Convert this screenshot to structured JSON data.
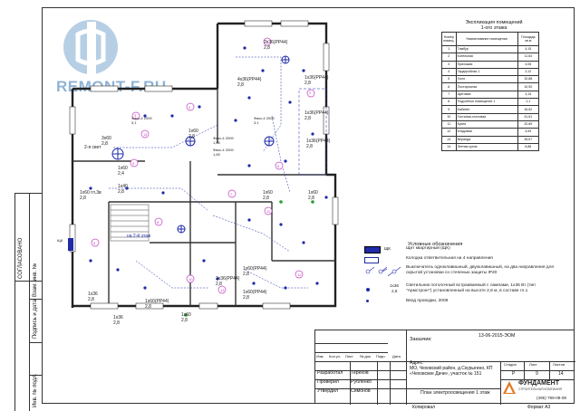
{
  "watermark": {
    "site": "REMONT-F.RU"
  },
  "left_strip": {
    "agreed": "СОГЛАСОВАНО",
    "inv_orig": "Инв. № подл.",
    "sign_date": "Подпись и дата",
    "inv_dup": "Взам. инв. №"
  },
  "explication": {
    "title": "Экспликация помещений",
    "subtitle": "1-ого этажа",
    "headers": [
      "Номер помещ.",
      "Наименование помещения",
      "Площадь кв.м"
    ],
    "rows": [
      [
        "1",
        "Тамбур",
        "4,15"
      ],
      [
        "2",
        "Котельная",
        "11,64"
      ],
      [
        "3",
        "Прихожая",
        "4,06"
      ],
      [
        "4",
        "Гардеробная 1",
        "3,12"
      ],
      [
        "5",
        "Холл",
        "10,88"
      ],
      [
        "6",
        "Постирочная",
        "10,50"
      ],
      [
        "7",
        "Щитовая",
        "3,15"
      ],
      [
        "8",
        "Подсобное помещение 1",
        "2,1"
      ],
      [
        "9",
        "Кабинет",
        "16,62"
      ],
      [
        "10",
        "Гостиная-столовая",
        "41,61"
      ],
      [
        "11",
        "Кухня",
        "20,89"
      ],
      [
        "12",
        "Кладовая",
        "4,59"
      ],
      [
        "13",
        "Веранда",
        "35,67"
      ],
      [
        "14",
        "Летняя кухня",
        "8,88"
      ]
    ]
  },
  "plan": {
    "labels": [
      {
        "text": "2х36(PP44)",
        "sub": "2,8"
      },
      {
        "text": "4х36(PP44)",
        "sub": "2,8"
      },
      {
        "text": "1х36(PP44)",
        "sub": "2,8"
      },
      {
        "text": "1х36(PP44)",
        "sub": "2,8"
      },
      {
        "text": "1х36(PP44)",
        "sub": "2,8"
      },
      {
        "text": "Фикс-4 2009",
        "sub": "3,1"
      },
      {
        "text": "Фикс-4 2009",
        "sub": "3,1"
      },
      {
        "text": "3х60",
        "sub": "2,8"
      },
      {
        "text": "2-я свет",
        "sub": ""
      },
      {
        "text": "1х60",
        "sub": "2,8"
      },
      {
        "text": "Фикс-4 2009",
        "sub": "1,65"
      },
      {
        "text": "Фикс-4 2009",
        "sub": "1,65"
      },
      {
        "text": "1х40",
        "sub": "2,8"
      },
      {
        "text": "1х60 гл.3в",
        "sub": "2,8"
      },
      {
        "text": "1х60",
        "sub": "2,4"
      },
      {
        "text": "на 2-й этаж",
        "sub": ""
      },
      {
        "text": "1х60(PP44)",
        "sub": "2,8"
      },
      {
        "text": "1х60(PP44)",
        "sub": "2,8"
      },
      {
        "text": "2х36(PP44)",
        "sub": "2,8"
      },
      {
        "text": "1х60(PP44)",
        "sub": "2,8"
      },
      {
        "text": "1х36",
        "sub": "2,8"
      },
      {
        "text": "1х36",
        "sub": "2,8"
      },
      {
        "text": "1х60",
        "sub": "2,8"
      },
      {
        "text": "1х60",
        "sub": "2,8"
      },
      {
        "text": "1х60",
        "sub": "2,8"
      },
      {
        "text": "ЩК",
        "sub": ""
      }
    ],
    "rooms": [
      "1",
      "2",
      "3",
      "4",
      "5",
      "6",
      "7",
      "8",
      "9",
      "10",
      "11",
      "12",
      "13",
      "14"
    ]
  },
  "legend": {
    "title": "Условные обозначения",
    "items": [
      {
        "symbol": "ЩК",
        "text": "Щит квартирный (ЩК)"
      },
      {
        "symbol": "",
        "text": "Колодка ответвительная на 4 направления"
      },
      {
        "symbol": "",
        "text": "Выключатель одноклавишный, двухклавишный, на два направления для скрытой установки со степенью защиты IP20"
      },
      {
        "symbol": "",
        "text": "Светильник потолочный встраиваемый с лампами, 1х36 Вт (тип \"Армстронг\") установленный на высоте 2,8 м, в составе гл.1"
      },
      {
        "symbol": "",
        "text": "Ввод проводки, 2009"
      }
    ],
    "fixture_code": "1х36",
    "fixture_height": "2,8"
  },
  "stamp": {
    "doc_code": "13-06-2015-ЭОМ",
    "customer_label": "Заказчик:",
    "address_label": "Адрес:",
    "address_lines": [
      "МО, Чеховский район, д.Скурыгино, КП",
      "«Чеховские Дачи», участок № 151"
    ],
    "col_headers": [
      "Изм.",
      "Кол.уч.",
      "Лист",
      "№ док.",
      "Подп.",
      "Дата"
    ],
    "roles": [
      {
        "role": "Разработал",
        "name": "Терехов"
      },
      {
        "role": "Проверил",
        "name": "Рубленко"
      },
      {
        "role": "Утвердил",
        "name": "Симонов"
      }
    ],
    "sheet_title": "План электроосвещения 1 этаж",
    "stage_headers": [
      "Стадия",
      "Лист",
      "Листов"
    ],
    "stage_values": [
      "Р",
      "9",
      "14"
    ],
    "company": "ФУНДАМЕНТ",
    "company_sub": "СТРОИТЕЛЬНАЯ КОМПАНИЯ",
    "phone": "(495) 799-08-08",
    "copied": "Копировал",
    "format": "Формат А3"
  },
  "colors": {
    "accent": "#1f2aa8",
    "watermark": "#8fb3d6",
    "marker": "#c040c0",
    "green": "#2d9c2d"
  }
}
